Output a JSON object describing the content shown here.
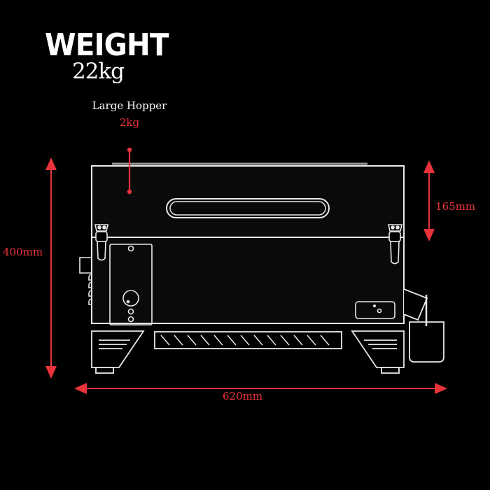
{
  "diagram": {
    "subject": "portable pellet grill front view line drawing",
    "title": "WEIGHT",
    "total_weight": "22kg",
    "callouts": [
      {
        "label": "Large Hopper",
        "value": "2kg"
      }
    ],
    "dimensions": {
      "height": "400mm",
      "lid_height": "165mm",
      "width": "620mm"
    },
    "colors": {
      "background": "#000000",
      "line_art": "#e8e8e8",
      "dimension": "#e8333a",
      "text": "#ffffff"
    }
  }
}
